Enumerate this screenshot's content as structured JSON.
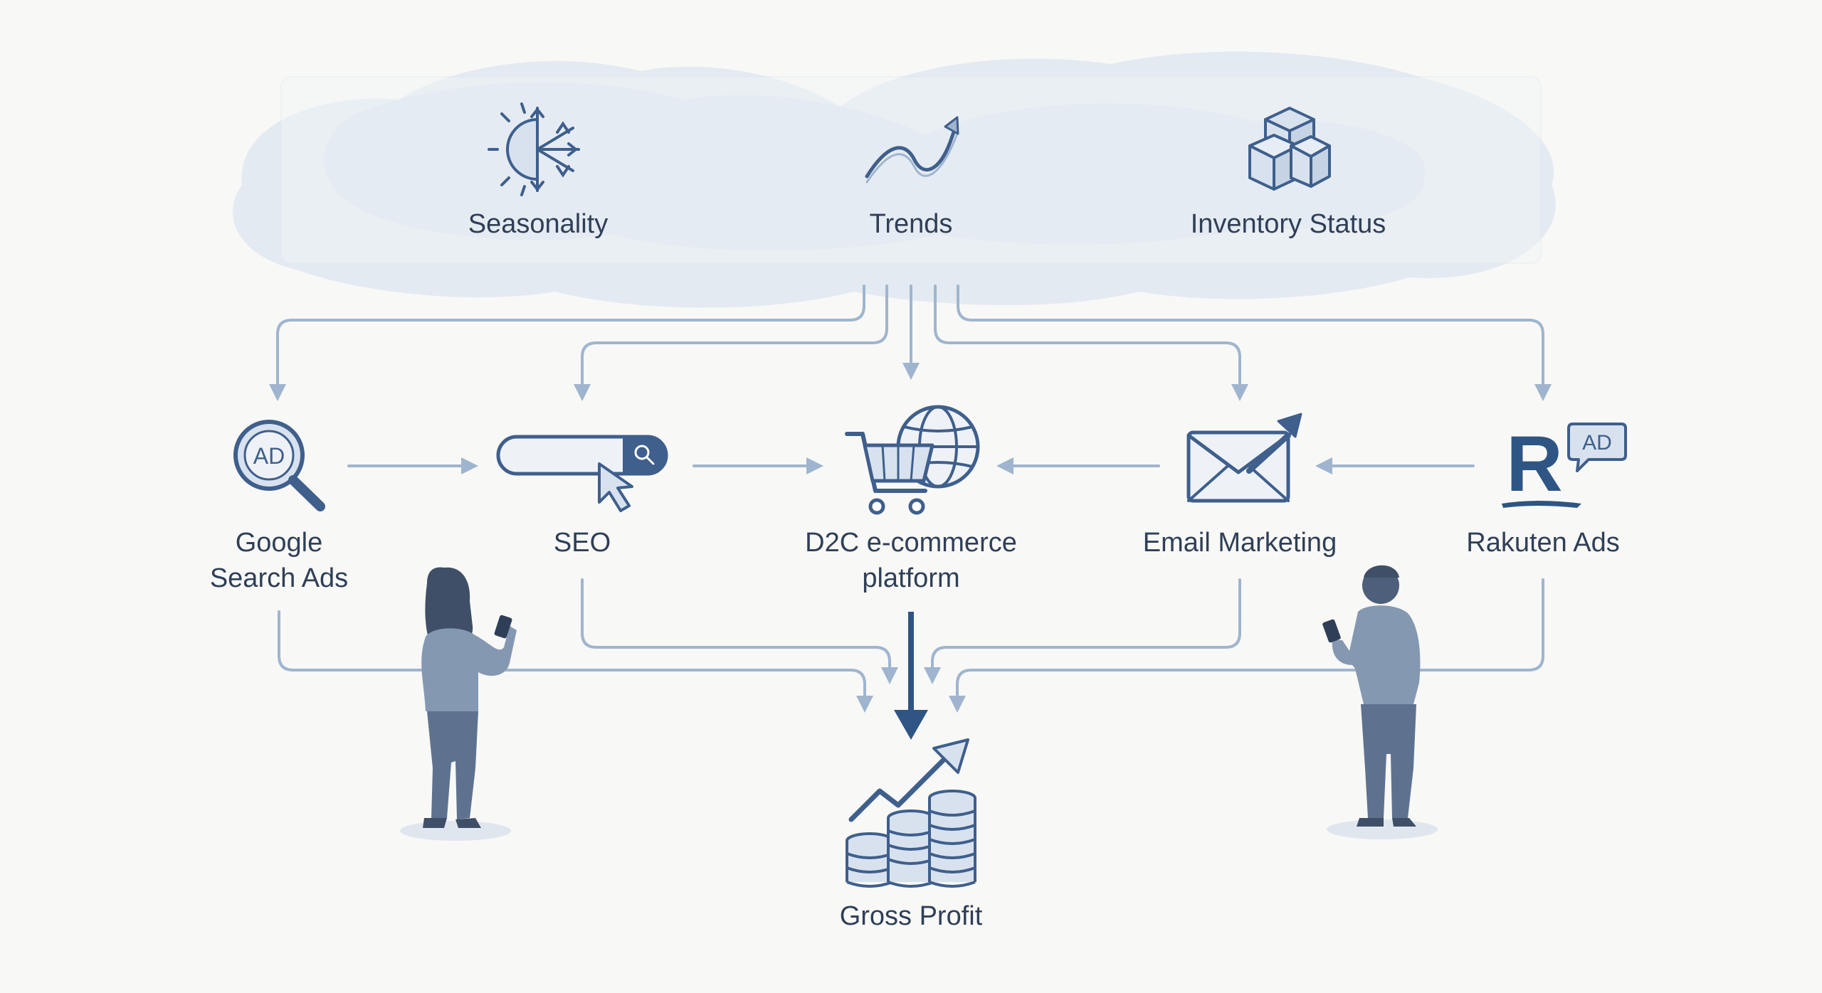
{
  "context_factors": [
    {
      "label": "Seasonality",
      "icon": "sun-snowflake-icon"
    },
    {
      "label": "Trends",
      "icon": "trend-arrow-icon"
    },
    {
      "label": "Inventory Status",
      "icon": "stacked-boxes-icon"
    }
  ],
  "channels": {
    "google": {
      "line1": "Google",
      "line2": "Search Ads",
      "icon": "ad-magnifier-icon"
    },
    "seo": {
      "label": "SEO",
      "icon": "search-bar-cursor-icon"
    },
    "d2c": {
      "line1": "D2C e-commerce",
      "line2": "platform",
      "icon": "cart-globe-icon"
    },
    "email": {
      "label": "Email Marketing",
      "icon": "envelope-arrow-icon"
    },
    "rakuten": {
      "label": "Rakuten Ads",
      "icon": "rakuten-ad-icon",
      "logo_text": "R",
      "badge_text": "AD"
    }
  },
  "google_badge_text": "AD",
  "outcome": {
    "label": "Gross Profit",
    "icon": "coins-growth-icon"
  },
  "colors": {
    "primary": "#3f5f8c",
    "dark_arrow": "#2e5584",
    "connector": "#9fb5cf",
    "icon_fill": "#d8e2ef",
    "cloud": "#dfe7f0",
    "label_text": "#2f3f57",
    "person": "#6f84a0"
  }
}
